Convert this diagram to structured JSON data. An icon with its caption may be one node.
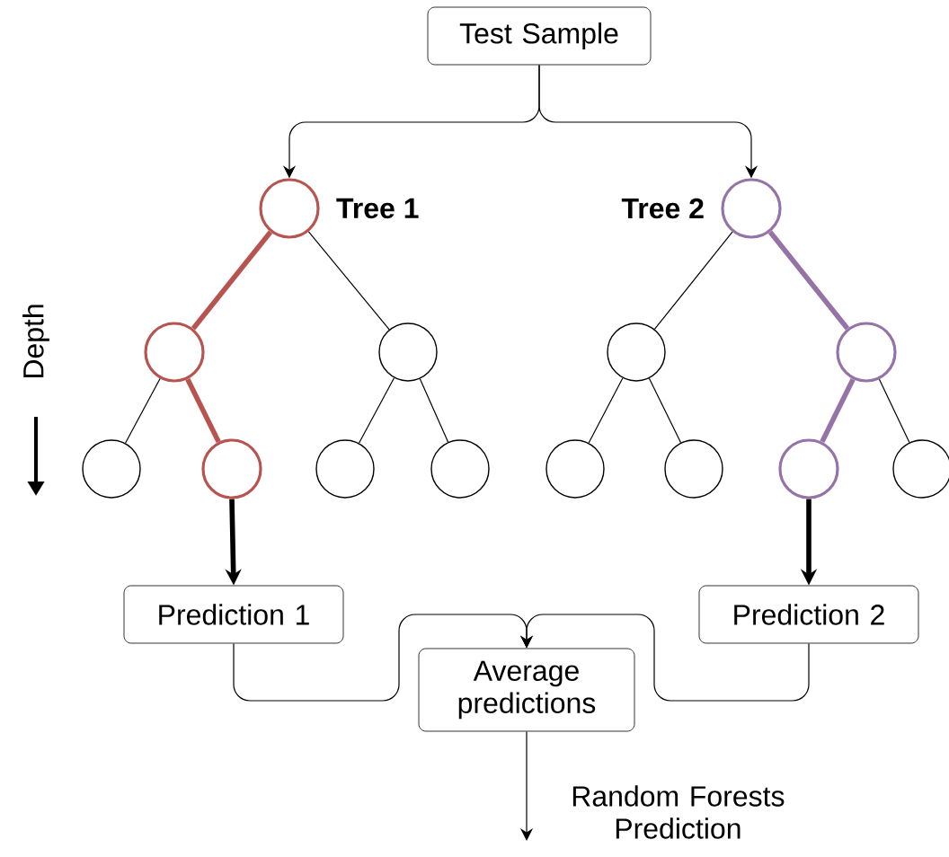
{
  "diagram": {
    "nodes": [
      {
        "text": [
          "Test Sample"
        ]
      },
      {
        "text": [],
        "shape": "circle",
        "beside": [
          "Tree 1"
        ]
      },
      {
        "text": [],
        "shape": "circle"
      },
      {
        "text": [],
        "shape": "circle"
      },
      {
        "text": [],
        "shape": "circle"
      },
      {
        "text": [],
        "shape": "circle"
      },
      {
        "text": [],
        "shape": "circle"
      },
      {
        "text": [],
        "shape": "circle"
      },
      {
        "text": [],
        "shape": "circle",
        "beside": [
          "Tree 2"
        ]
      },
      {
        "text": [],
        "shape": "circle"
      },
      {
        "text": [],
        "shape": "circle"
      },
      {
        "text": [],
        "shape": "circle"
      },
      {
        "text": [],
        "shape": "circle"
      },
      {
        "text": [],
        "shape": "circle"
      },
      {
        "text": [],
        "shape": "circle"
      },
      {
        "text": [
          "Prediction 1"
        ]
      },
      {
        "text": [
          "Prediction 2"
        ]
      },
      {
        "text": [
          "Average predictions"
        ]
      }
    ],
    "edges": [
      {
        "from": 0,
        "to": 1,
        "arrow": "to"
      },
      {
        "from": 0,
        "to": 8,
        "arrow": "to"
      },
      {
        "from": 1,
        "to": 2,
        "arrow": "none",
        "style": "thick",
        "color": "#b85450"
      },
      {
        "from": 1,
        "to": 3,
        "arrow": "none"
      },
      {
        "from": 2,
        "to": 4,
        "arrow": "none"
      },
      {
        "from": 2,
        "to": 5,
        "arrow": "none",
        "style": "thick",
        "color": "#b85450"
      },
      {
        "from": 3,
        "to": 6,
        "arrow": "none"
      },
      {
        "from": 3,
        "to": 7,
        "arrow": "none"
      },
      {
        "from": 8,
        "to": 9,
        "arrow": "none"
      },
      {
        "from": 8,
        "to": 10,
        "arrow": "none",
        "style": "thick",
        "color": "#9673a6"
      },
      {
        "from": 9,
        "to": 11,
        "arrow": "none"
      },
      {
        "from": 9,
        "to": 12,
        "arrow": "none"
      },
      {
        "from": 10,
        "to": 13,
        "arrow": "none",
        "style": "thick",
        "color": "#9673a6"
      },
      {
        "from": 10,
        "to": 14,
        "arrow": "none"
      },
      {
        "from": 5,
        "to": 15,
        "arrow": "to",
        "style": "thick"
      },
      {
        "from": 13,
        "to": 16,
        "arrow": "to",
        "style": "thick"
      },
      {
        "from": 15,
        "to": 17,
        "arrow": "to"
      },
      {
        "from": 16,
        "to": 17,
        "arrow": "to"
      },
      {
        "from": 17,
        "to": null,
        "arrow": "to",
        "label": "Random Forests Prediction"
      }
    ],
    "labels": [
      "Depth"
    ]
  }
}
